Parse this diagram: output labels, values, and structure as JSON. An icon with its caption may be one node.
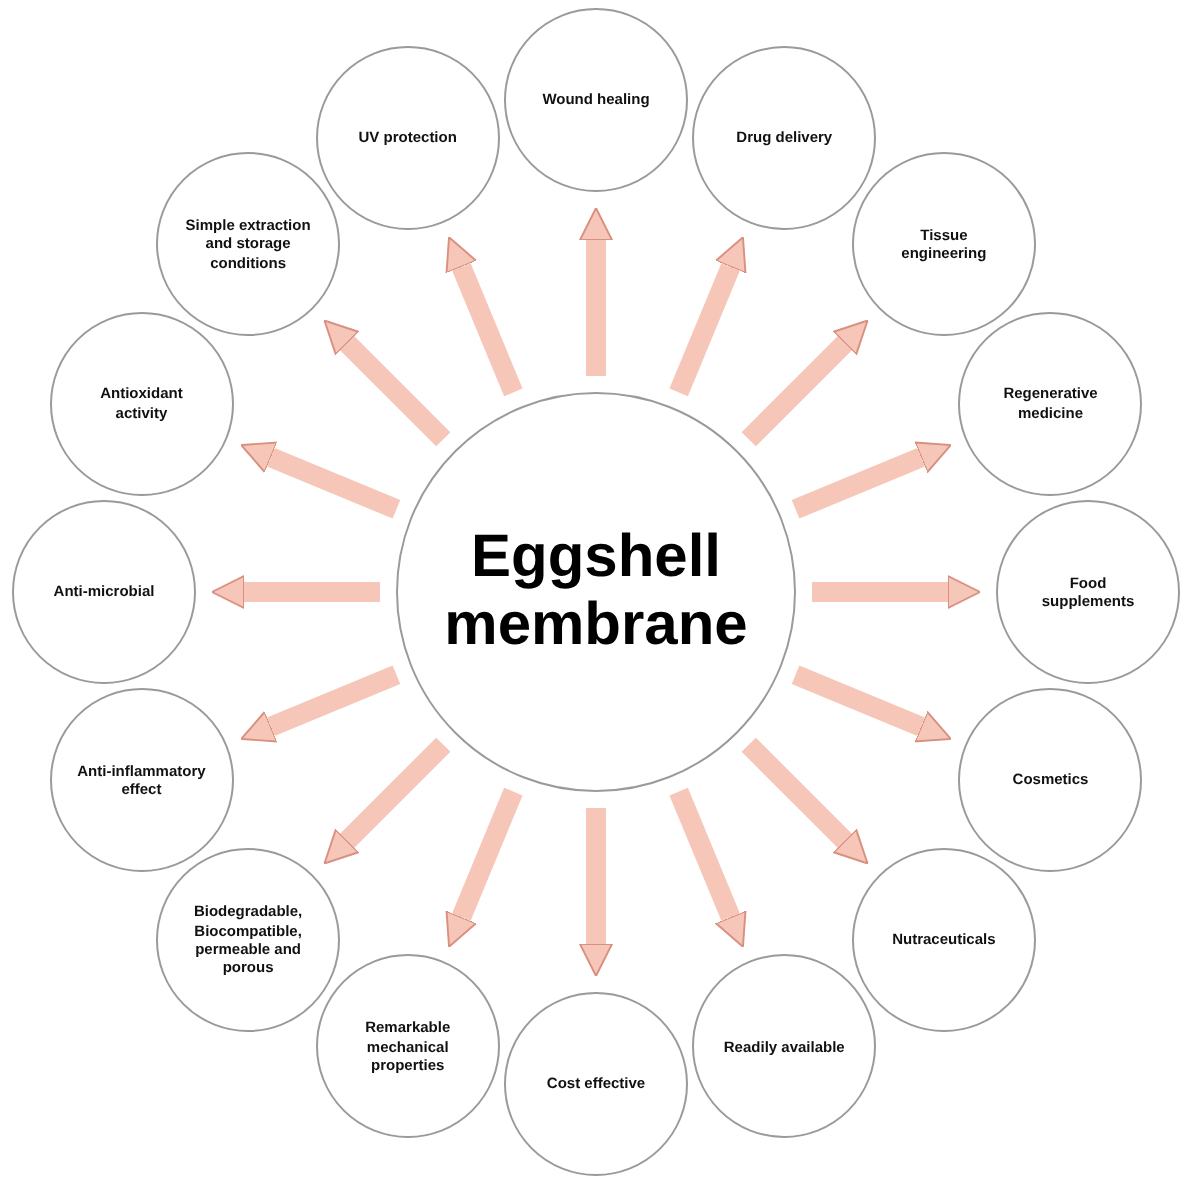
{
  "diagram": {
    "nodes": [
      {
        "text": [
          "Eggshell membrane"
        ]
      },
      {
        "text": [
          "Wound healing"
        ]
      },
      {
        "text": [
          "Drug delivery"
        ]
      },
      {
        "text": [
          "Tissue engineering"
        ]
      },
      {
        "text": [
          "Regenerative medicine"
        ]
      },
      {
        "text": [
          "Food supplements"
        ]
      },
      {
        "text": [
          "Cosmetics"
        ]
      },
      {
        "text": [
          "Nutraceuticals"
        ]
      },
      {
        "text": [
          "Readily available"
        ]
      },
      {
        "text": [
          "Cost effective"
        ]
      },
      {
        "text": [
          "Remarkable mechanical properties"
        ]
      },
      {
        "text": [
          "Biodegradable, Biocompatible, permeable and porous"
        ]
      },
      {
        "text": [
          "Anti-inflammatory effect"
        ]
      },
      {
        "text": [
          "Anti-microbial"
        ]
      },
      {
        "text": [
          "Antioxidant activity"
        ]
      },
      {
        "text": [
          "Simple extraction and storage conditions"
        ]
      },
      {
        "text": [
          "UV protection"
        ]
      }
    ],
    "edges": [
      {
        "from": 0,
        "to": 1,
        "arrow": "to"
      },
      {
        "from": 0,
        "to": 2,
        "arrow": "to"
      },
      {
        "from": 0,
        "to": 3,
        "arrow": "to"
      },
      {
        "from": 0,
        "to": 4,
        "arrow": "to"
      },
      {
        "from": 0,
        "to": 5,
        "arrow": "to"
      },
      {
        "from": 0,
        "to": 6,
        "arrow": "to"
      },
      {
        "from": 0,
        "to": 7,
        "arrow": "to"
      },
      {
        "from": 0,
        "to": 8,
        "arrow": "to"
      },
      {
        "from": 0,
        "to": 9,
        "arrow": "to"
      },
      {
        "from": 0,
        "to": 10,
        "arrow": "to"
      },
      {
        "from": 0,
        "to": 11,
        "arrow": "to"
      },
      {
        "from": 0,
        "to": 12,
        "arrow": "to"
      },
      {
        "from": 0,
        "to": 13,
        "arrow": "to"
      },
      {
        "from": 0,
        "to": 14,
        "arrow": "to"
      },
      {
        "from": 0,
        "to": 15,
        "arrow": "to"
      },
      {
        "from": 0,
        "to": 16,
        "arrow": "to"
      }
    ]
  }
}
